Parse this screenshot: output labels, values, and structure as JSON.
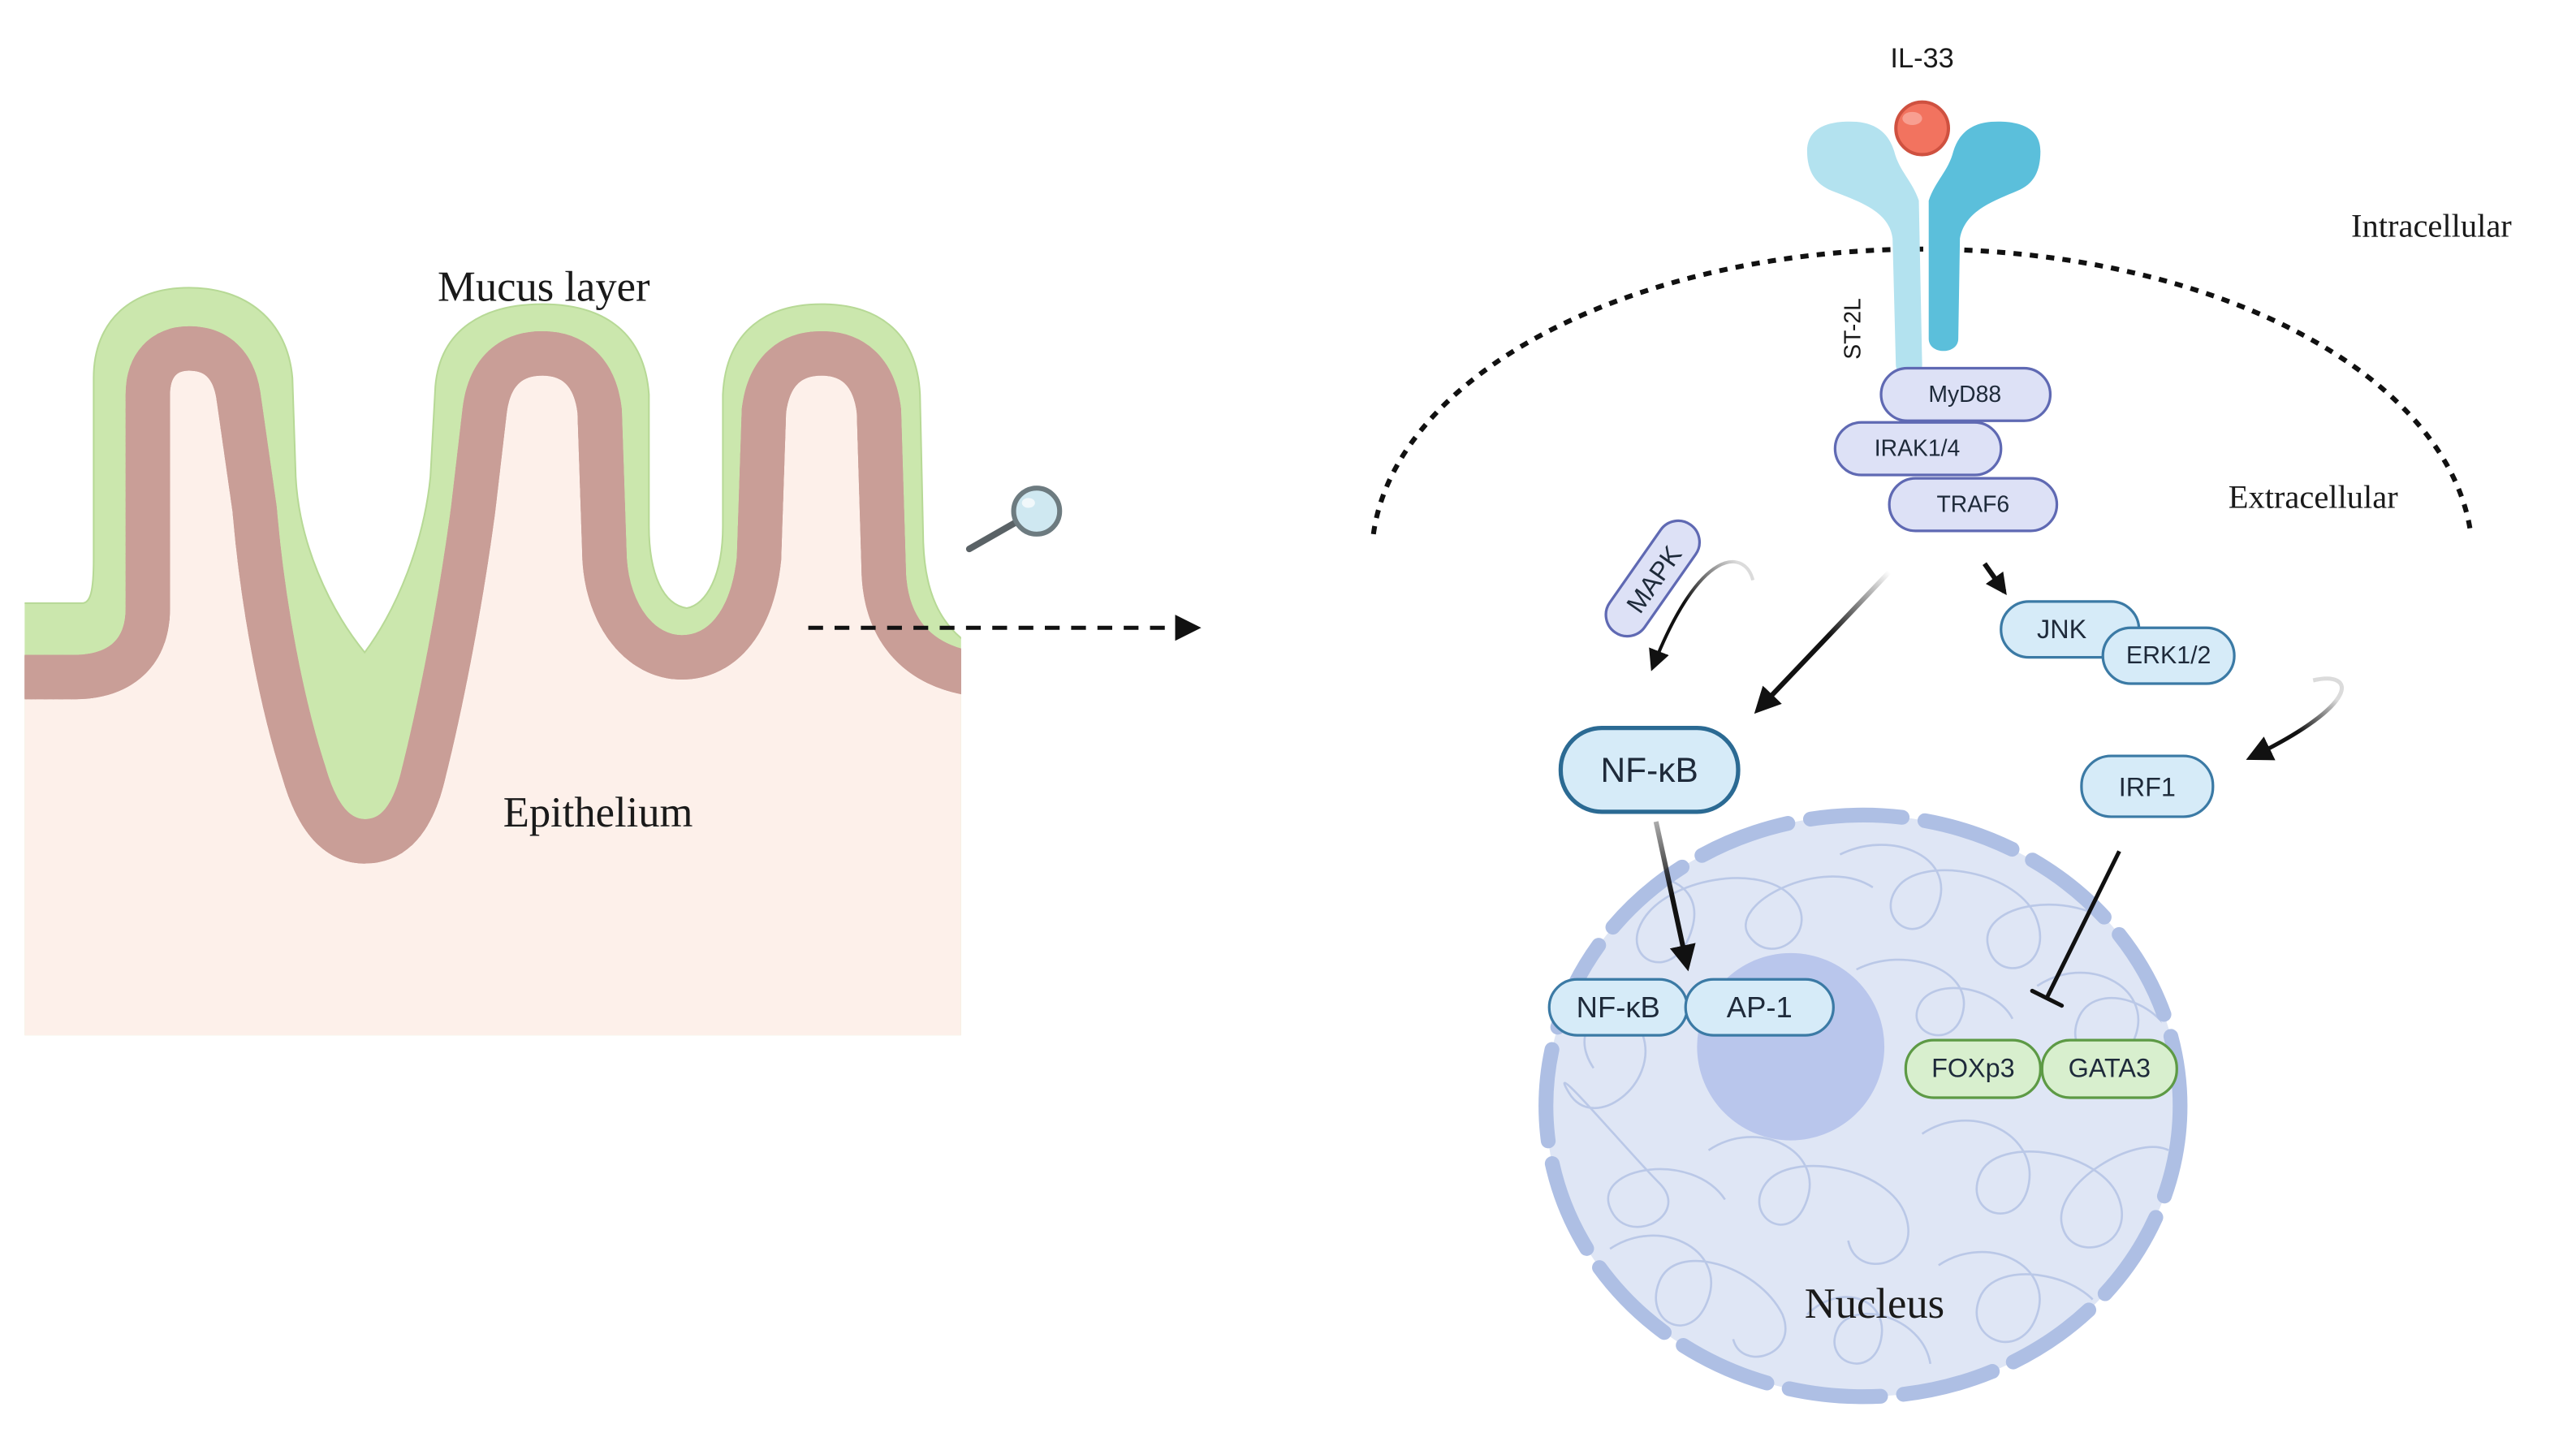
{
  "left_panel": {
    "mucus_label": "Mucus layer",
    "epithelium_label": "Epithelium"
  },
  "pathway": {
    "ligand": "IL-33",
    "receptor": "ST-2L",
    "region_top": "Intracellular",
    "region_bottom": "Extracellular",
    "adaptors": [
      "MyD88",
      "IRAK1/4",
      "TRAF6"
    ],
    "mapk": "MAPK",
    "jnk": "JNK",
    "erk": "ERK1/2",
    "nfkb": "NF-κB",
    "irf1": "IRF1",
    "nucleus": {
      "label": "Nucleus",
      "nfkb": "NF-κB",
      "ap1": "AP-1",
      "foxp3": "FOXp3",
      "gata3": "GATA3"
    }
  },
  "colors": {
    "mucus": "#cbe7ad",
    "tissue": "#fdf0ea",
    "ligand": "#f2735f",
    "receptor_light": "#b3e2ef",
    "receptor_dark": "#5bbfdb",
    "nucleus": "#dfe6f5",
    "nucleolus": "#b9c6ec"
  }
}
